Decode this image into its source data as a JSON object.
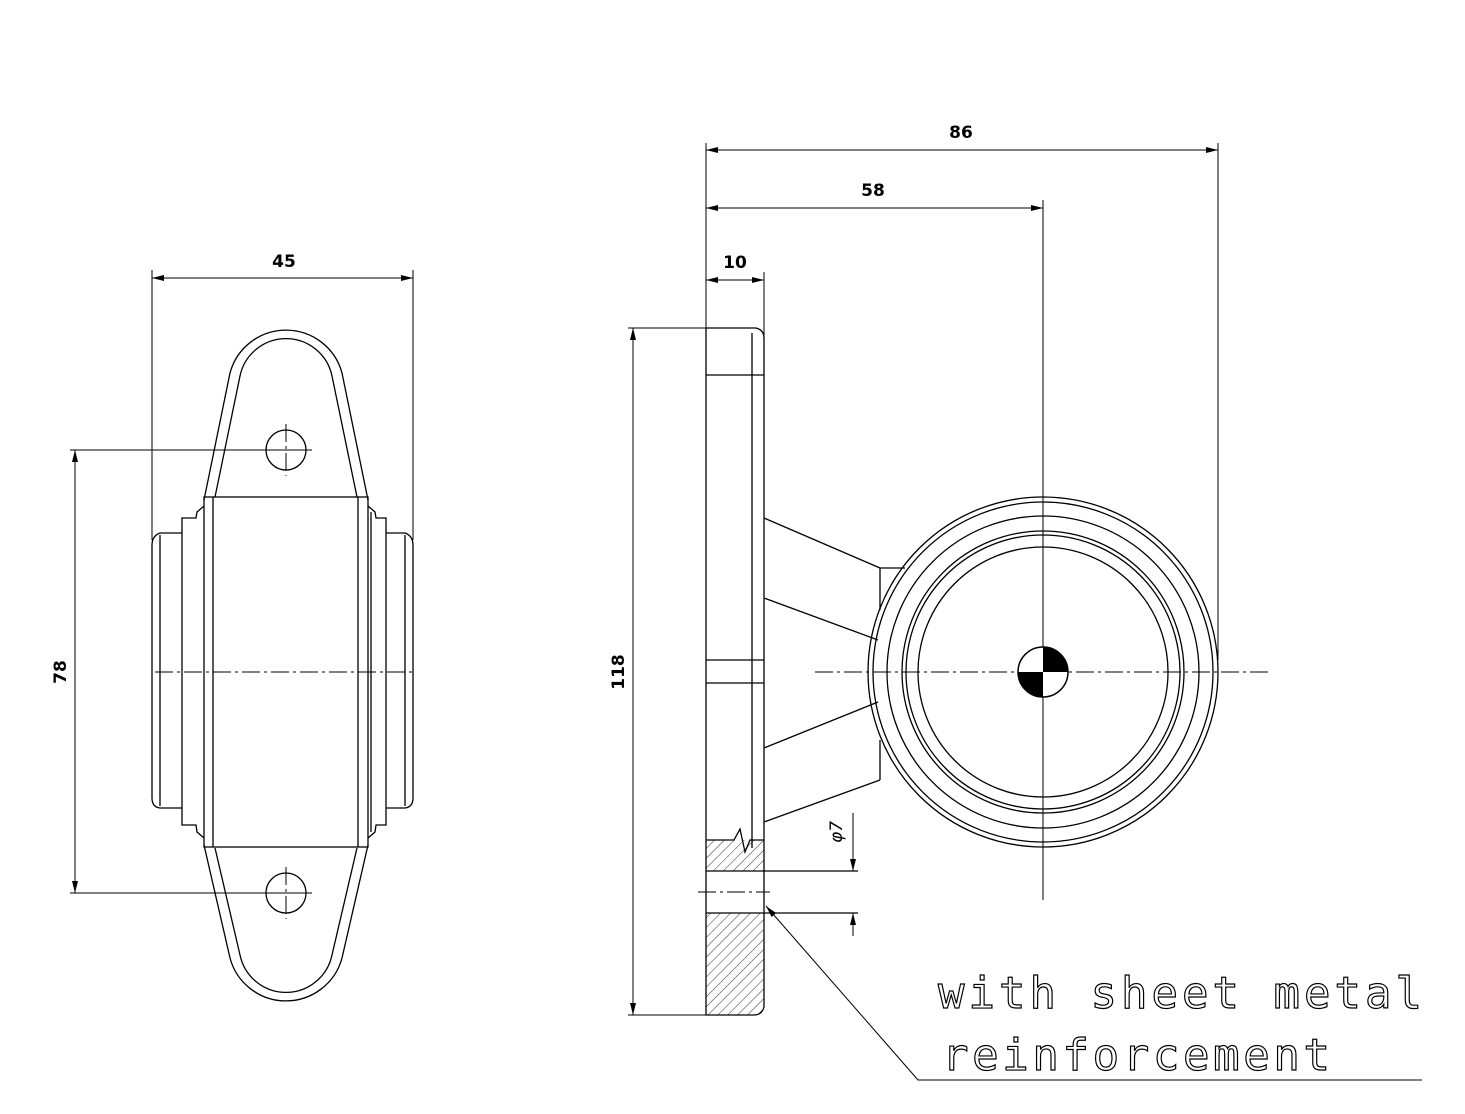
{
  "front_view": {
    "dim_width": "45",
    "dim_hole_spacing": "78"
  },
  "side_view": {
    "dim_overall": "86",
    "dim_center": "58",
    "dim_flange": "10",
    "dim_height": "118",
    "dim_hole_diameter": "φ7"
  },
  "note": {
    "line1": "with sheet metal",
    "line2": "reinforcement"
  }
}
